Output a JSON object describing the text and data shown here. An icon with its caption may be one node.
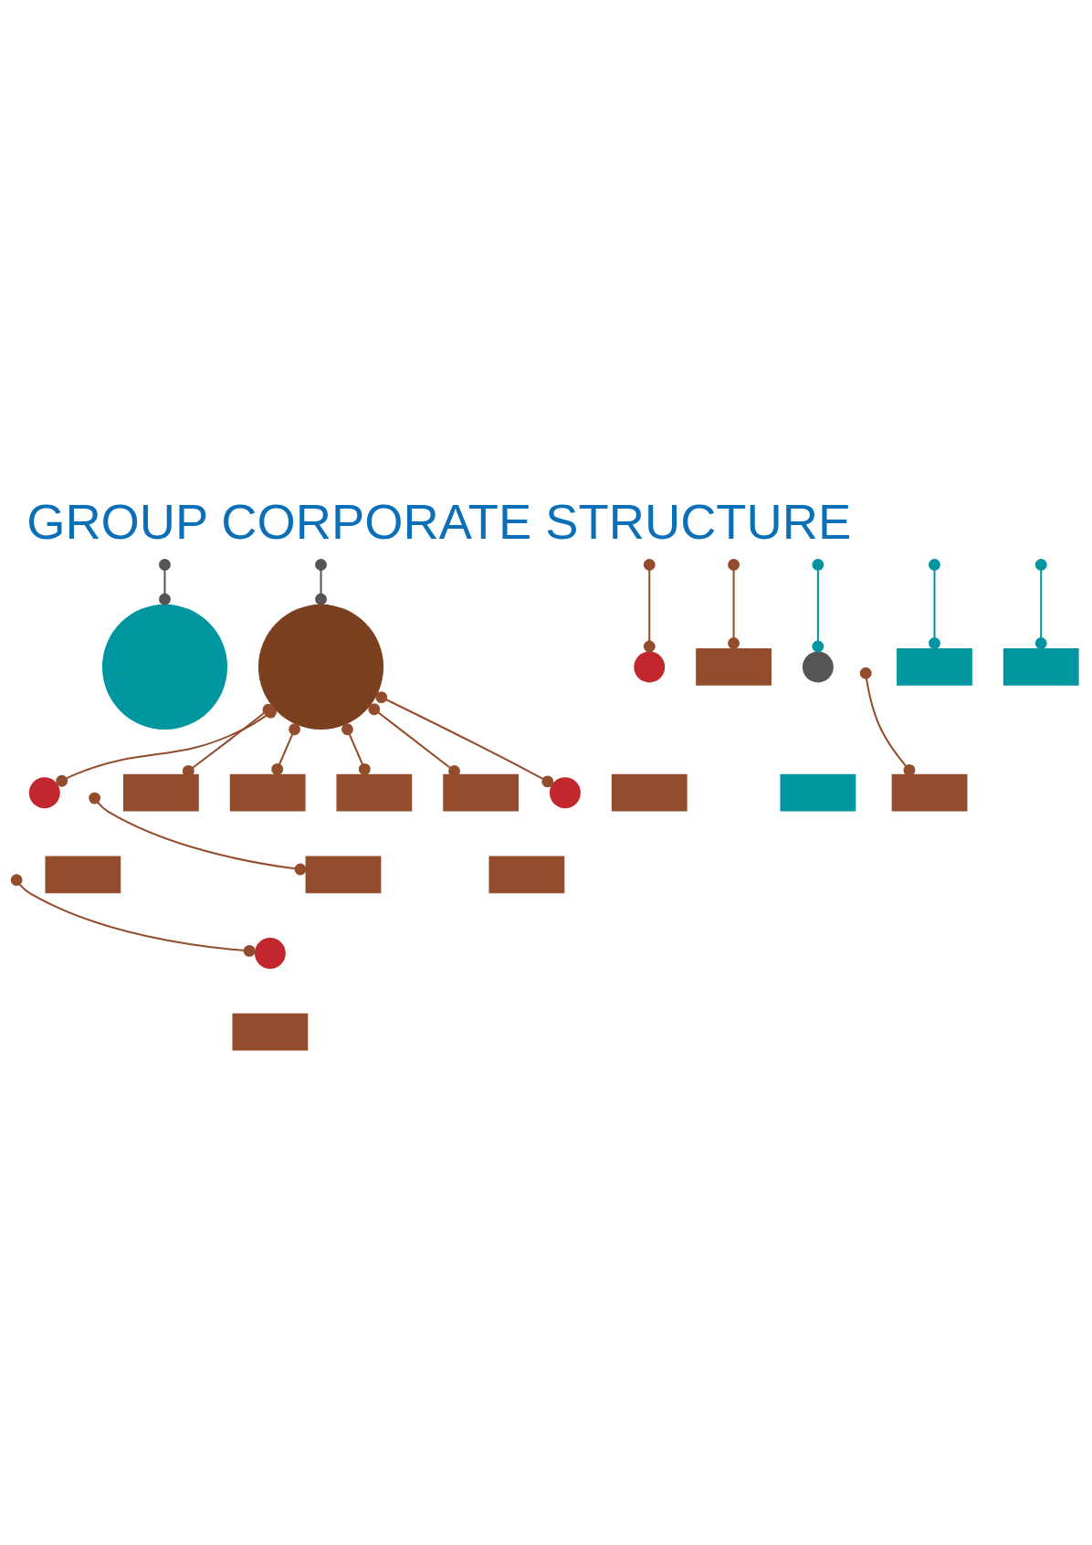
{
  "diagram": {
    "title": "GROUP CORPORATE STRUCTURE",
    "nodes": [
      {
        "text": [],
        "shape": "circle"
      },
      {
        "text": [],
        "shape": "circle"
      },
      {
        "text": [],
        "shape": "circle"
      },
      {
        "text": [],
        "shape": "circle"
      },
      {
        "text": [],
        "shape": "box"
      },
      {
        "text": [],
        "shape": "box"
      },
      {
        "text": [],
        "shape": "box"
      },
      {
        "text": [],
        "shape": "box"
      },
      {
        "text": [],
        "shape": "box"
      },
      {
        "text": [],
        "shape": "box"
      },
      {
        "text": [],
        "shape": "circle"
      },
      {
        "text": [],
        "shape": "circle"
      },
      {
        "text": [],
        "shape": "box"
      },
      {
        "text": [],
        "shape": "box"
      },
      {
        "text": [],
        "shape": "box"
      },
      {
        "text": [],
        "shape": "box"
      },
      {
        "text": [],
        "shape": "circle"
      },
      {
        "text": [],
        "shape": "box"
      },
      {
        "text": [],
        "shape": "box"
      },
      {
        "text": [],
        "shape": "box"
      },
      {
        "text": [],
        "shape": "box"
      }
    ],
    "edges": [
      {
        "from": null,
        "to": 0,
        "arrow": "other",
        "color": "#555555"
      },
      {
        "from": null,
        "to": 1,
        "arrow": "other",
        "color": "#555555"
      },
      {
        "from": 1,
        "to": 2,
        "arrow": "other"
      },
      {
        "from": 1,
        "to": 5,
        "arrow": "other"
      },
      {
        "from": 1,
        "to": 3,
        "arrow": "other"
      },
      {
        "from": 1,
        "to": 7,
        "arrow": "other"
      },
      {
        "from": 1,
        "to": 8,
        "arrow": "other"
      },
      {
        "from": 1,
        "to": 9,
        "arrow": "other"
      },
      {
        "from": null,
        "to": 10,
        "arrow": "other"
      },
      {
        "from": null,
        "to": 13,
        "arrow": "other"
      },
      {
        "from": null,
        "to": 11,
        "arrow": "other"
      },
      {
        "from": null,
        "to": 15,
        "arrow": "other"
      },
      {
        "from": null,
        "to": 17,
        "arrow": "other",
        "color": "#0096a0"
      },
      {
        "from": null,
        "to": 18,
        "arrow": "other",
        "color": "#0096a0"
      },
      {
        "from": null,
        "to": 16,
        "arrow": "other",
        "color": "#0096a0"
      },
      {
        "from": null,
        "to": 20,
        "arrow": "other"
      }
    ]
  }
}
